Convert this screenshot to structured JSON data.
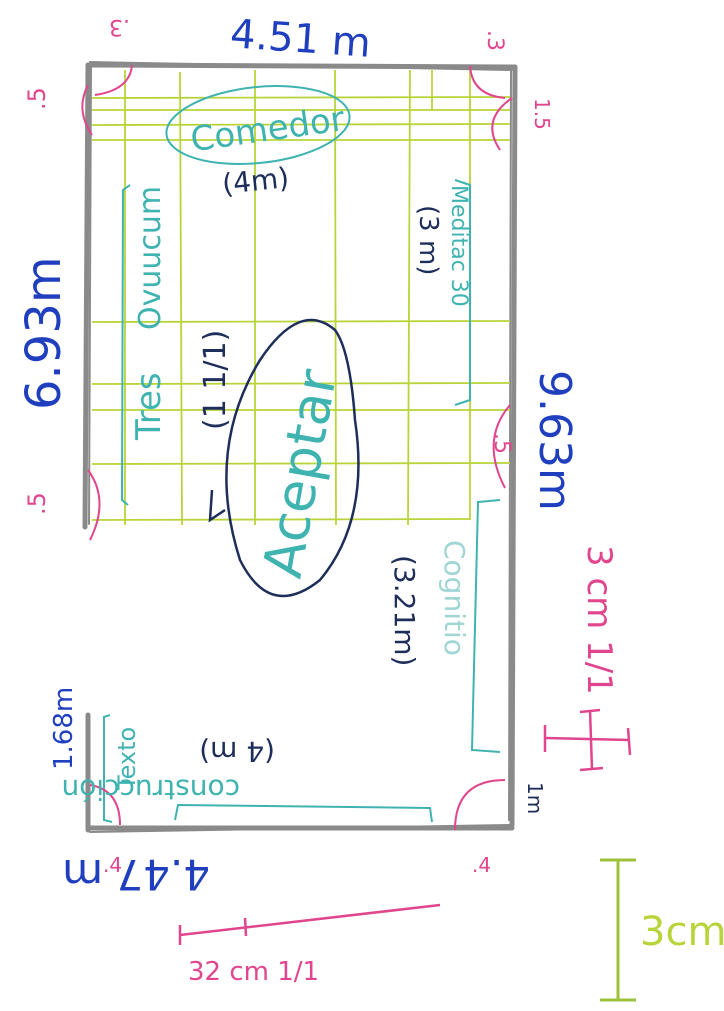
{
  "colors": {
    "blue": "#1f3fbf",
    "navy": "#1e2e5a",
    "pink": "#e0458e",
    "teal": "#3fb3b0",
    "lime": "#b7d53a",
    "lime_dark": "#9cc23a",
    "gray": "#8a8a8a"
  },
  "dimensions": {
    "top_width": "4.51 m",
    "bottom_width": "4.47 m",
    "left_height": "6.93m",
    "right_height": "9.63m",
    "left_lower": "1.68m"
  },
  "corner_marks": {
    "top_left": ".3",
    "top_right": ".3",
    "left_upper": ".5",
    "left_mid": ".5",
    "right_upper": "1.5",
    "right_mid": ".5",
    "bottom_right_side": "1m",
    "bottom_left": ".4",
    "bottom_right": ".4"
  },
  "zones": {
    "comedor": "Comedor",
    "comedor_size": "(4m)",
    "tres_line1": "Tres",
    "tres_name": "Ovuucum",
    "tres_sub": "(1 1/1)",
    "meditacion": "Meditac 30",
    "meditacion_size": "(3 m)",
    "aceptar": "Aceptar",
    "cognitio": "Cognitio",
    "cognitio_size": "(3.21m)",
    "construccion": "construcción",
    "construccion_size": "(4 m)",
    "texto": "Texto"
  },
  "scales": {
    "pink_scale": "32 cm 1/1",
    "pink_scale_vertical": "3 cm 1/1",
    "green_scale": "3cm"
  }
}
